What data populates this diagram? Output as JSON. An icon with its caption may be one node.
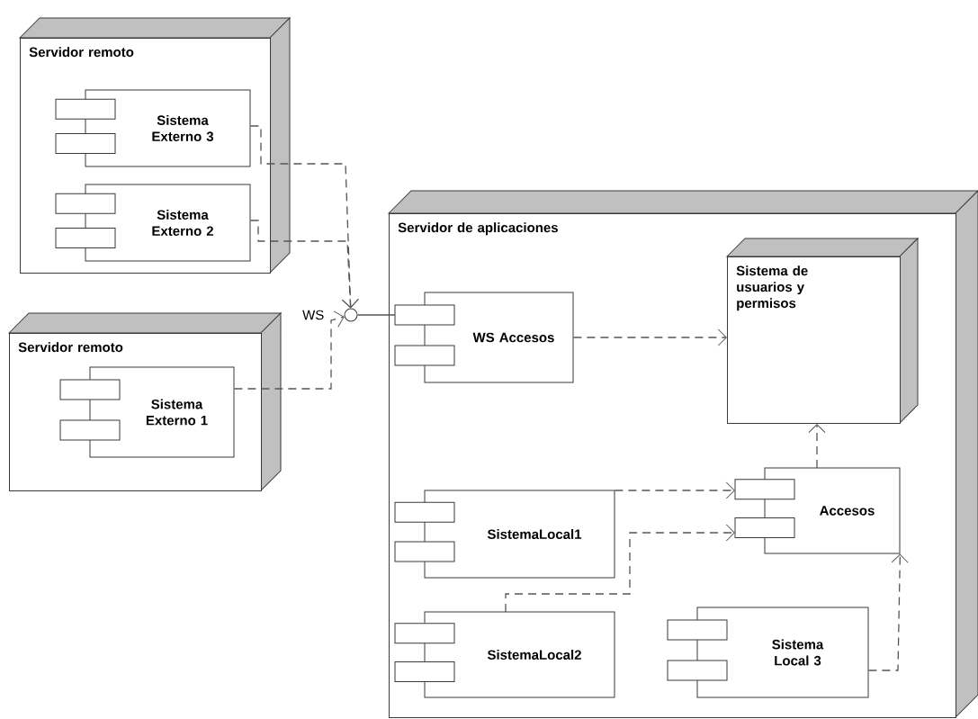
{
  "diagram": {
    "nodes": [
      {
        "text": [
          "Servidor remoto"
        ]
      },
      {
        "text": [
          "Sistema Externo 3"
        ],
        "in": 0
      },
      {
        "text": [
          "Sistema Externo 2"
        ],
        "in": 0
      },
      {
        "text": [
          "Servidor remoto"
        ]
      },
      {
        "text": [
          "Sistema Externo 1"
        ],
        "in": 3
      },
      {
        "text": [
          "WS"
        ]
      },
      {
        "text": [
          "Servidor de aplicaciones"
        ]
      },
      {
        "text": [
          "Sistema de usuarios y permisos"
        ],
        "in": 6
      },
      {
        "text": [
          "WS Accesos"
        ],
        "in": 6
      },
      {
        "text": [
          "Accesos"
        ],
        "in": 6
      },
      {
        "text": [
          "SistemaLocal1"
        ],
        "in": 6
      },
      {
        "text": [
          "SistemaLocal2"
        ],
        "in": 6
      },
      {
        "text": [
          "Sistema Local 3"
        ],
        "in": 6
      }
    ],
    "edges": [
      {
        "from": 1,
        "to": 5,
        "arrow": "to",
        "style": "dashed"
      },
      {
        "from": 2,
        "to": 5,
        "arrow": "to",
        "style": "dashed"
      },
      {
        "from": 4,
        "to": 5,
        "arrow": "to",
        "style": "dashed"
      },
      {
        "from": 5,
        "to": 8,
        "arrow": "none"
      },
      {
        "from": 8,
        "to": 7,
        "arrow": "to",
        "style": "dashed"
      },
      {
        "from": 9,
        "to": 7,
        "arrow": "to",
        "style": "dashed"
      },
      {
        "from": 10,
        "to": 9,
        "arrow": "to",
        "style": "dashed"
      },
      {
        "from": 11,
        "to": 9,
        "arrow": "to",
        "style": "dashed"
      },
      {
        "from": 12,
        "to": 9,
        "arrow": "to",
        "style": "dashed"
      }
    ]
  }
}
